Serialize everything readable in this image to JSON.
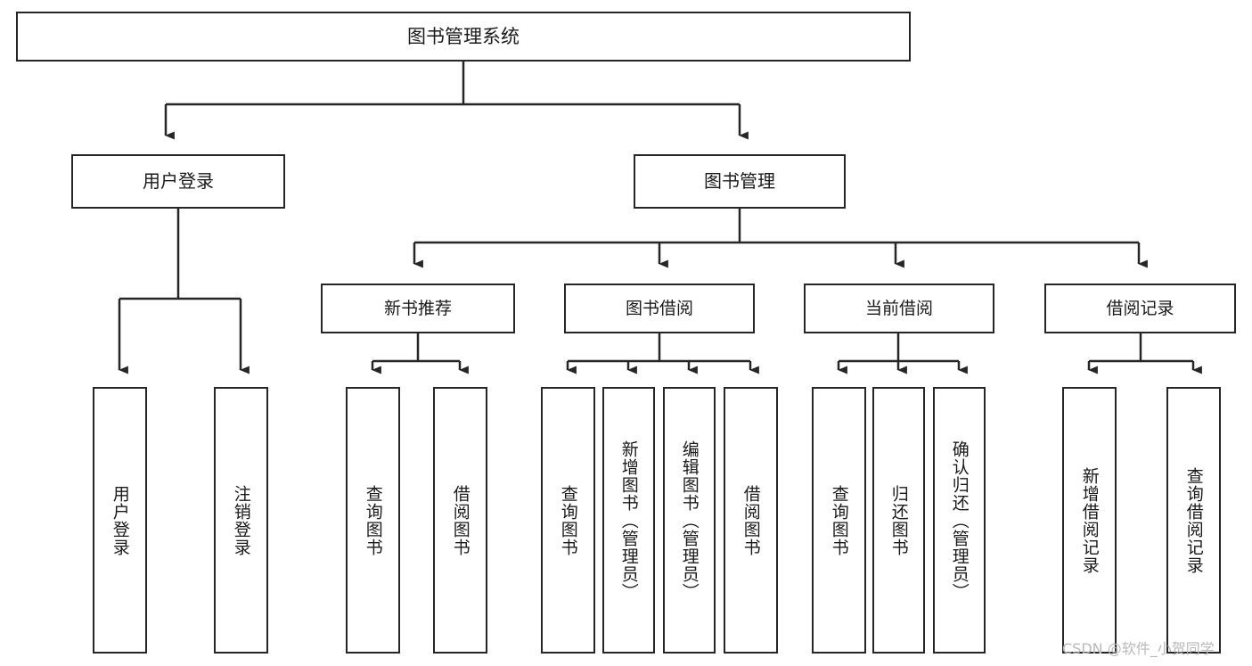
{
  "diagram": {
    "title": "图书管理系统",
    "type": "tree-hierarchy",
    "orientation": "top-down",
    "colors": {
      "box_border": "#262626",
      "box_fill": "#ffffff",
      "connector": "#262626",
      "text": "#1a1a1a",
      "watermark": "#b9b9b9",
      "background": "#ffffff"
    },
    "root": {
      "label": "图书管理系统"
    },
    "level2": [
      {
        "label": "用户登录"
      },
      {
        "label": "图书管理"
      }
    ],
    "level3": [
      {
        "label": "新书推荐"
      },
      {
        "label": "图书借阅"
      },
      {
        "label": "当前借阅"
      },
      {
        "label": "借阅记录"
      }
    ],
    "leaves": {
      "user_login": [
        {
          "label": "用户登录"
        },
        {
          "label": "注销登录"
        }
      ],
      "new_book_recommend": [
        {
          "label": "查询图书"
        },
        {
          "label": "借阅图书"
        }
      ],
      "book_borrow": [
        {
          "label": "查询图书"
        },
        {
          "label": "新增图书（管理员）"
        },
        {
          "label": "编辑图书（管理员）"
        },
        {
          "label": "借阅图书"
        }
      ],
      "current_borrow": [
        {
          "label": "查询图书"
        },
        {
          "label": "归还图书"
        },
        {
          "label": "确认归还（管理员）"
        }
      ],
      "borrow_record": [
        {
          "label": "新增借阅记录"
        },
        {
          "label": "查询借阅记录"
        }
      ]
    }
  },
  "watermark": {
    "text": "CSDN @软件_小贺同学"
  }
}
